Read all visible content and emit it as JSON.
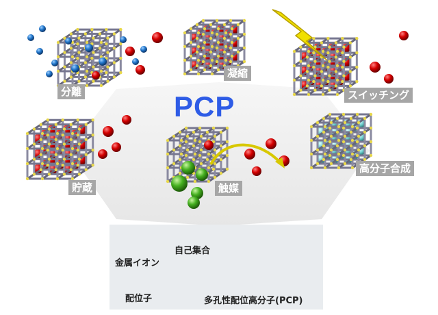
{
  "title": "PCP",
  "applications": [
    {
      "label": "分離"
    },
    {
      "label": "凝縮"
    },
    {
      "label": "スイッチング"
    },
    {
      "label": "貯蔵"
    },
    {
      "label": "触媒"
    },
    {
      "label": "高分子合成"
    }
  ],
  "synthesis": {
    "metal_ion": "金属イオン",
    "ligand": "配位子",
    "process": "自己集合",
    "product": "多孔性配位高分子(PCP)"
  },
  "colors": {
    "title": "#2e5ce6",
    "label_bg": "#a6a6a6",
    "guest_red": "#cc0000",
    "guest_blue": "#1f6fc0",
    "catalyst_green": "#3fae1c",
    "node_yellow": "#e8d84a"
  }
}
